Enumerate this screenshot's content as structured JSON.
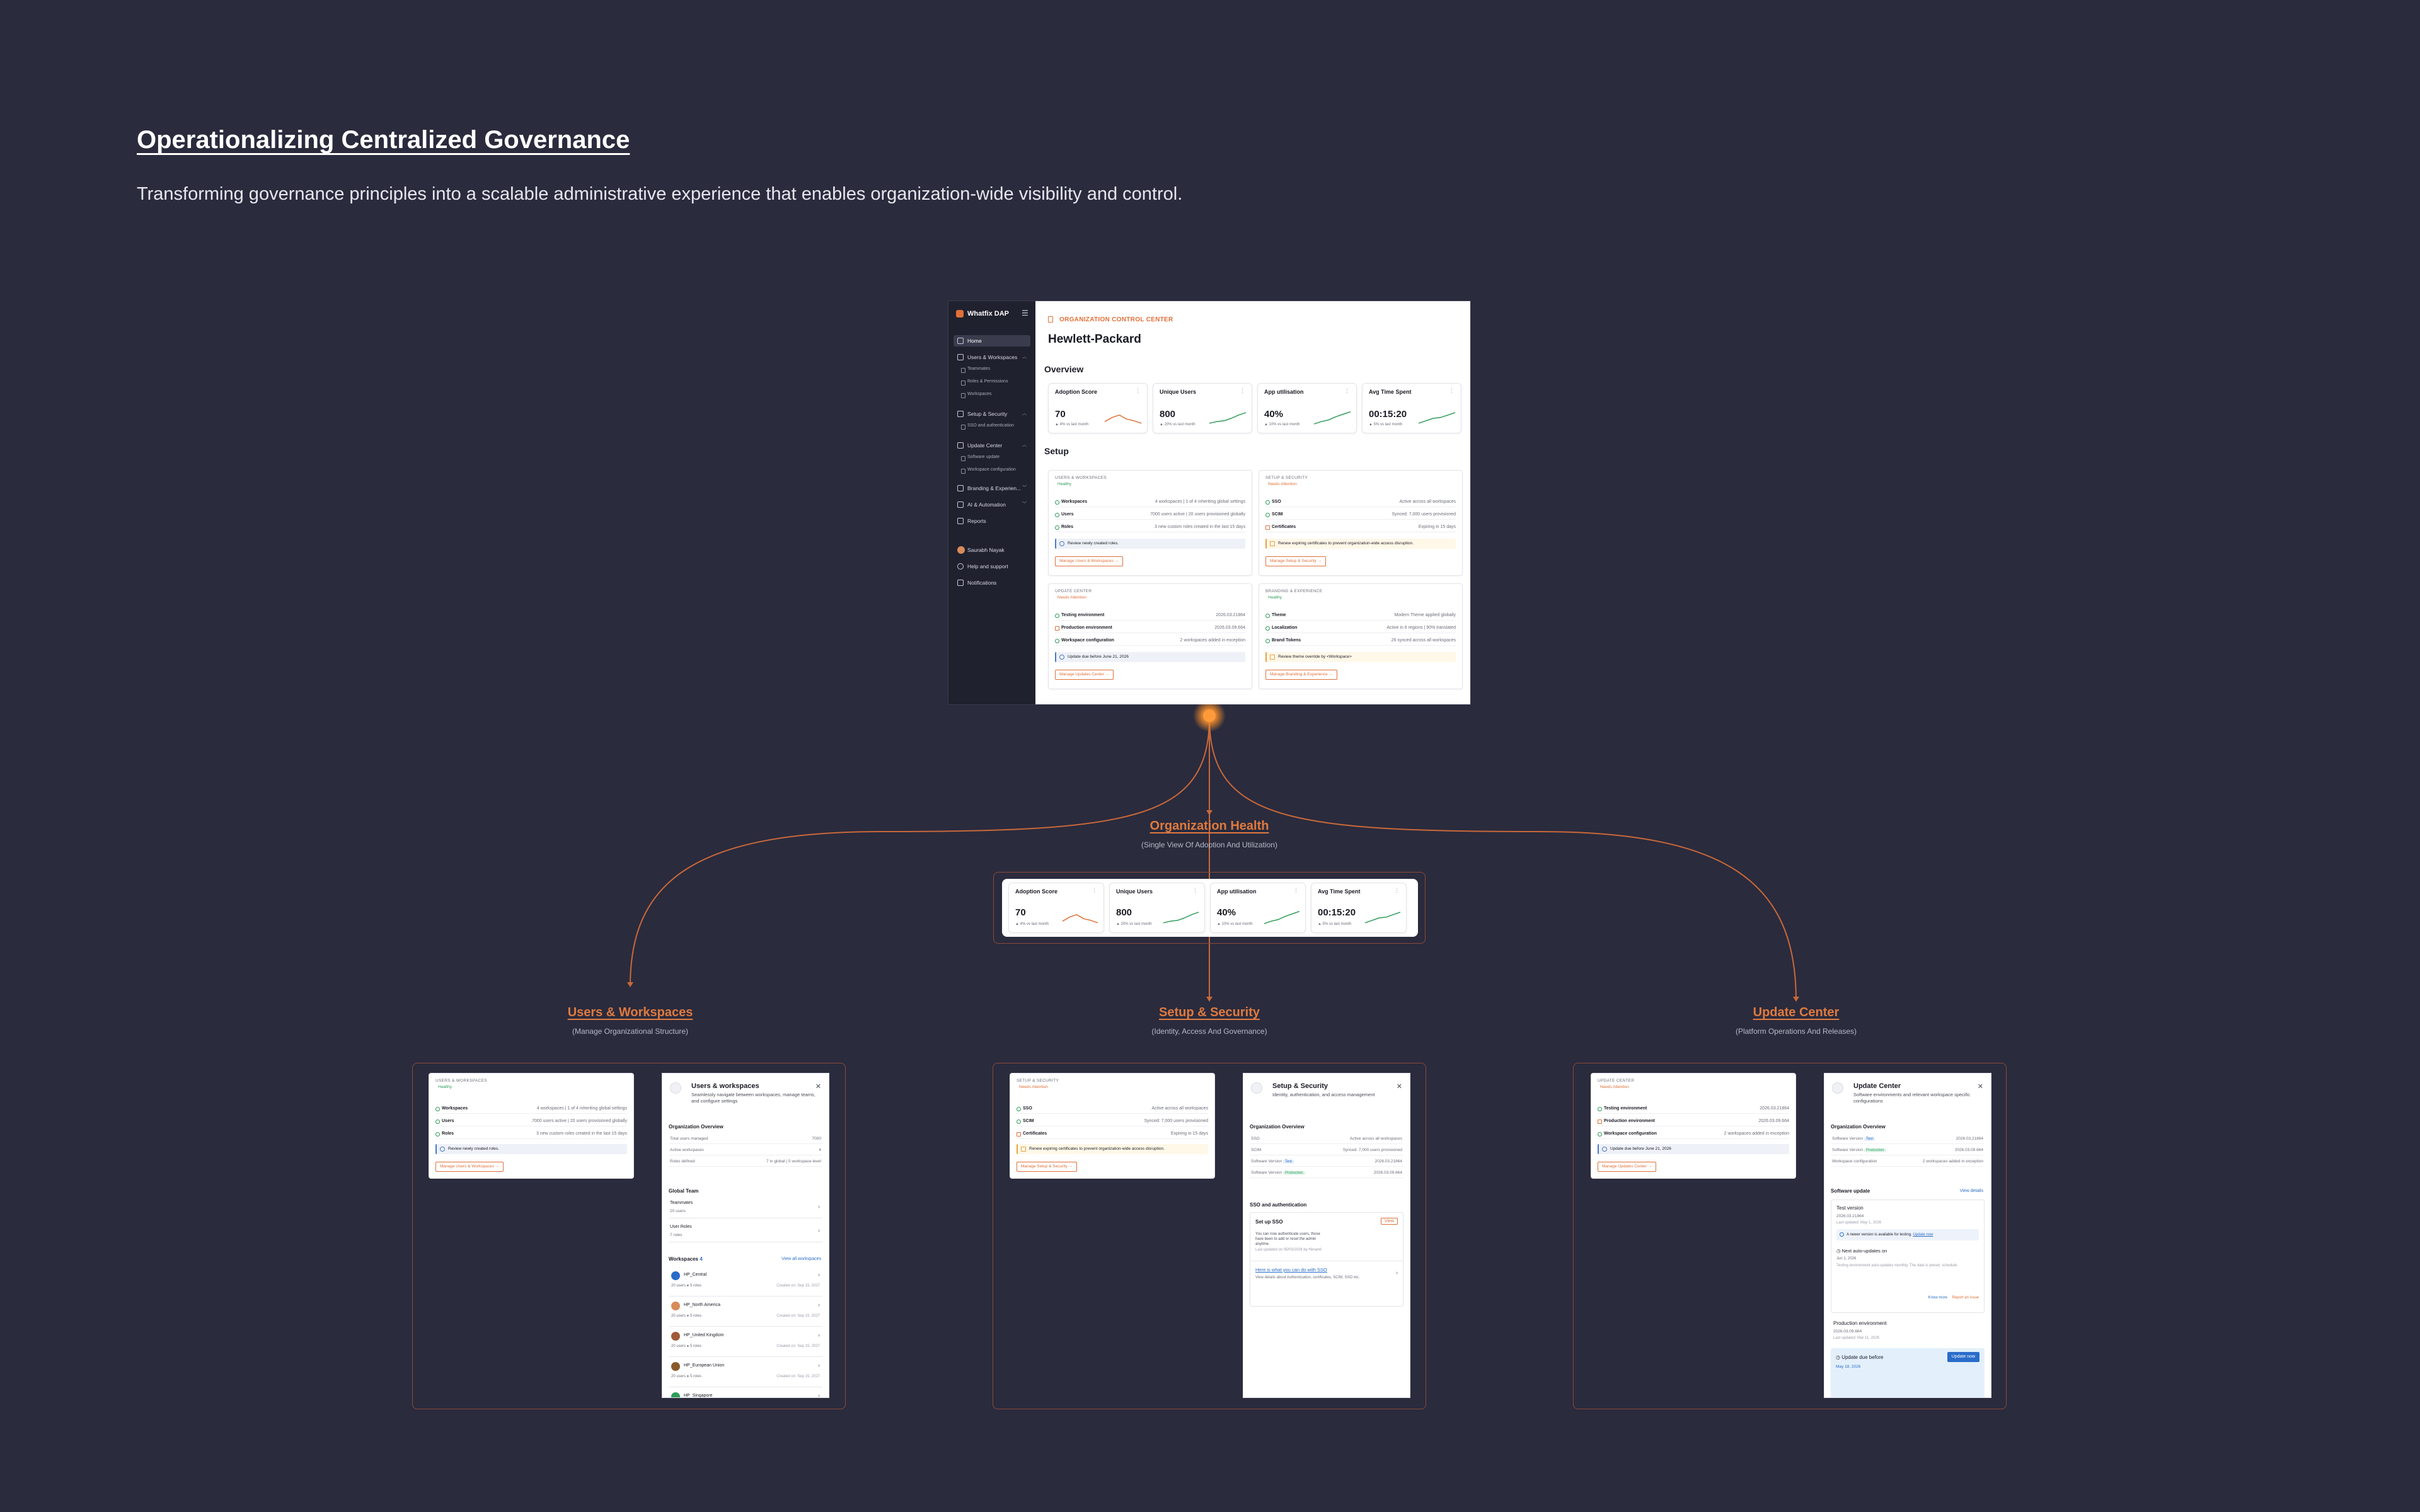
{
  "page": {
    "title": "Operationalizing Centralized Governance",
    "subtitle": "Transforming governance principles into a scalable administrative experience that enables organization-wide visibility and control."
  },
  "colors": {
    "background": "#2a2b3d",
    "accent_orange": "#e07a3e",
    "sidebar": "#20212e",
    "healthy_green": "#2e9c5a",
    "info_blue": "#2a6cc9"
  },
  "app": {
    "brand": "Whatfix DAP",
    "sidebar": {
      "home": "Home",
      "users_workspaces": "Users & Workspaces",
      "teammates": "Teammates",
      "roles_permissions": "Roles & Permissions",
      "workspaces": "Workspaces",
      "setup_security": "Setup & Security",
      "sso_auth": "SSO and authentication",
      "update_center": "Update Center",
      "software_update": "Software update",
      "workspace_config": "Workspace configuration",
      "branding": "Branding & Experien...",
      "ai_automation": "AI & Automation",
      "reports": "Reports",
      "user_name": "Saurabh Nayak",
      "help": "Help and support",
      "notifications": "Notifications"
    },
    "header_label": "ORGANIZATION CONTROL CENTER",
    "org_name": "Hewlett-Packard",
    "overview_title": "Overview",
    "setup_title": "Setup",
    "metrics": [
      {
        "title": "Adoption Score",
        "value": "70",
        "delta": "▲ 4%  vs last month",
        "trend": [
          0.3,
          0.55,
          0.7,
          0.45,
          0.35,
          0.2
        ]
      },
      {
        "title": "Unique Users",
        "value": "800",
        "delta": "▲ 20%  vs last month",
        "trend": [
          0.2,
          0.3,
          0.35,
          0.5,
          0.7,
          0.85
        ]
      },
      {
        "title": "App utilisation",
        "value": "40%",
        "delta": "▲ 10%  vs last month",
        "trend": [
          0.15,
          0.3,
          0.4,
          0.6,
          0.75,
          0.9
        ]
      },
      {
        "title": "Avg Time Spent",
        "value": "00:15:20",
        "delta": "▲ 5%  vs last month",
        "trend": [
          0.2,
          0.35,
          0.5,
          0.55,
          0.7,
          0.85
        ]
      }
    ],
    "setup_cards": {
      "users": {
        "head": "USERS & WORKSPACES",
        "status": "Healthy",
        "rows": [
          {
            "label": "Workspaces",
            "value": "4 workspaces | 1 of 4 inheriting global settings"
          },
          {
            "label": "Users",
            "value": "7000 users active | 20 users provisioned globally"
          },
          {
            "label": "Roles",
            "value": "3 new custom roles created in the last 15 days"
          }
        ],
        "note": "Review newly created roles.",
        "button": "Manage Users & Workspaces  →"
      },
      "security": {
        "head": "SETUP & SECURITY",
        "status": "Needs Attention",
        "rows": [
          {
            "label": "SSO",
            "value": "Active across all workspaces"
          },
          {
            "label": "SCIM",
            "value": "Synced: 7,000 users provisioned"
          },
          {
            "label": "Certificates",
            "value": "Expiring in 15 days"
          }
        ],
        "note": "Renew expiring certificates to prevent organization-wide access disruption.",
        "button": "Manage Setup & Security  →"
      },
      "update": {
        "head": "UPDATE CENTER",
        "status": "Needs Attention",
        "rows": [
          {
            "label": "Testing environment",
            "value": "2026.03.21864"
          },
          {
            "label": "Production environment",
            "value": "2026.03.09.664"
          },
          {
            "label": "Workspace configuration",
            "value": "2 workspaces added in exception"
          }
        ],
        "note": "Update due before June 21, 2026",
        "button": "Manage Updates Center  →"
      },
      "branding": {
        "head": "BRANDING & EXPERIENCE",
        "status": "Healthy",
        "rows": [
          {
            "label": "Theme",
            "value": "Modern Theme applied globally"
          },
          {
            "label": "Localization",
            "value": "Active in 6 regions | 90% translated"
          },
          {
            "label": "Brand Tokens",
            "value": "26 synced across all workspaces"
          }
        ],
        "note": "Review theme override by <Workspace>",
        "button": "Manage Branding & Experience  →"
      }
    }
  },
  "sections": {
    "health": {
      "title": "Organization Health",
      "subtitle": "(Single View Of Adoption And Utilization)"
    },
    "users": {
      "title": "Users & Workspaces",
      "subtitle": "(Manage Organizational Structure)"
    },
    "security": {
      "title": "Setup & Security",
      "subtitle": "(Identity, Access And Governance)"
    },
    "update": {
      "title": "Update Center",
      "subtitle": "(Platform Operations And Releases)"
    }
  },
  "users_panel": {
    "title": "Users & workspaces",
    "desc": "Seamlessly navigate between workspaces, manage teams, and configure settings",
    "org_overview": "Organization Overview",
    "overview_rows": [
      {
        "label": "Total users managed",
        "value": "7000"
      },
      {
        "label": "Active workspaces",
        "value": "4"
      },
      {
        "label": "Roles defined",
        "value": "7 in global | 5 workspace-level"
      }
    ],
    "global_team": "Global Team",
    "team_items": [
      {
        "title": "Teammates",
        "meta": "20 users"
      },
      {
        "title": "User Roles",
        "meta": "7 roles"
      }
    ],
    "workspaces_title": "Workspaces",
    "workspaces_count": "4",
    "view_all": "View all workspaces",
    "workspaces": [
      {
        "name": "HP_Central",
        "meta": "20 users  ●  5 roles",
        "date": "Created on: Sep 15, 2027",
        "color": "#2a6cc9"
      },
      {
        "name": "HP_North America",
        "meta": "20 users  ●  5 roles",
        "date": "Created on: Sep 15, 2027",
        "color": "#d98b5a"
      },
      {
        "name": "HP_United Kingdom",
        "meta": "20 users  ●  5 roles",
        "date": "Created on: Sep 15, 2027",
        "color": "#a05a3a"
      },
      {
        "name": "HP_European Union",
        "meta": "20 users  ●  5 roles",
        "date": "Created on: Sep 15, 2027",
        "color": "#8a5a2a"
      },
      {
        "name": "HP_Singapore",
        "meta": "",
        "date": "",
        "color": "#2e9c5a"
      }
    ]
  },
  "security_panel": {
    "title": "Setup & Security",
    "desc": "Identity, authentication, and access management",
    "org_overview": "Organization Overview",
    "overview_rows": [
      {
        "label": "SSO",
        "value": "Active across all workspaces"
      },
      {
        "label": "SCIM",
        "value": "Synced: 7,000 users provisioned"
      },
      {
        "label": "Software Version",
        "badge": "Test",
        "value": "2026.03.21864"
      },
      {
        "label": "Software Version",
        "badge": "Production",
        "value": "2026.03.09.664"
      }
    ],
    "sso_title": "SSO and authentication",
    "sso_setup": "Set up SSO",
    "sso_view": "View",
    "sso_desc": "You can now authenticate users, those have been to add or reset the admin anytime.",
    "sso_meta": "Last updated on 05/03/2026 by Himanti",
    "sso_link": "Here is what you can do with SSO",
    "sso_link_desc": "View details about Authentication, certificates, SCIM, SSO etc."
  },
  "update_panel": {
    "title": "Update Center",
    "desc": "Software environments and relevant workspace specific configurations",
    "org_overview": "Organization Overview",
    "overview_rows": [
      {
        "label": "Software Version",
        "badge": "Test",
        "value": "2026.03.21864"
      },
      {
        "label": "Software Version",
        "badge": "Production",
        "value": "2026.03.09.664"
      },
      {
        "label": "Workspace configuration",
        "value": "2 workspaces added in exception"
      }
    ],
    "software_update": "Software update",
    "view_details": "View details",
    "test_version": "Test version",
    "test_version_num": "2026.03.21864",
    "test_updated": "Last updated: May 1, 2026",
    "newer_version": "A newer version is available for testing.",
    "update_now_link": "Update now",
    "next_auto": "Next auto-updates on",
    "next_auto_date": "Jun 1, 2026",
    "next_auto_desc": "Testing environment auto-updates monthly. The date is preset, schedule.",
    "know_more": "Know more",
    "send_issue": "Report an Issue",
    "prod_env": "Production environment",
    "prod_num": "2026.03.09.664",
    "prod_updated": "Last updated: Mar 11, 2026",
    "update_due": "Update due before",
    "update_due_date": "May 18, 2026",
    "update_now_btn": "Update now"
  }
}
